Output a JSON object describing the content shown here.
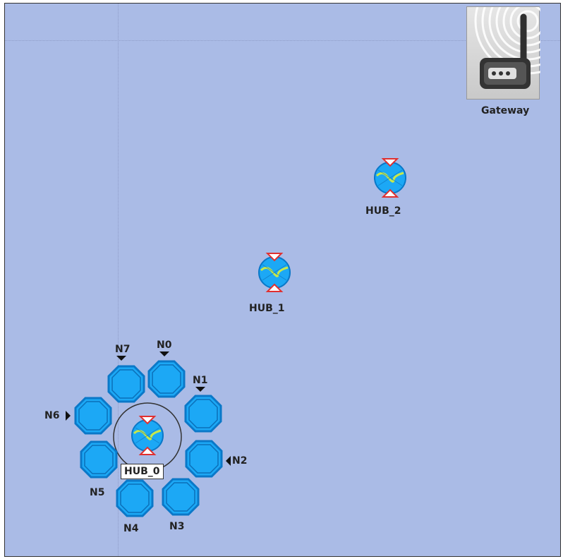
{
  "gateway": {
    "label": "Gateway",
    "icon": "router-icon"
  },
  "hubs": [
    {
      "id": "hub2",
      "label": "HUB_2"
    },
    {
      "id": "hub1",
      "label": "HUB_1"
    },
    {
      "id": "hub0",
      "label": "HUB_0"
    }
  ],
  "sensor_nodes": [
    {
      "label": "N0"
    },
    {
      "label": "N1"
    },
    {
      "label": "N2"
    },
    {
      "label": "N3"
    },
    {
      "label": "N4"
    },
    {
      "label": "N5"
    },
    {
      "label": "N6"
    },
    {
      "label": "N7"
    }
  ],
  "colors": {
    "background": "#aabbe6",
    "node_fill": "#1ca8f5",
    "node_stroke": "#0a78c8",
    "hub_marker": "#e03030",
    "signal_line": "#c8e84a"
  }
}
